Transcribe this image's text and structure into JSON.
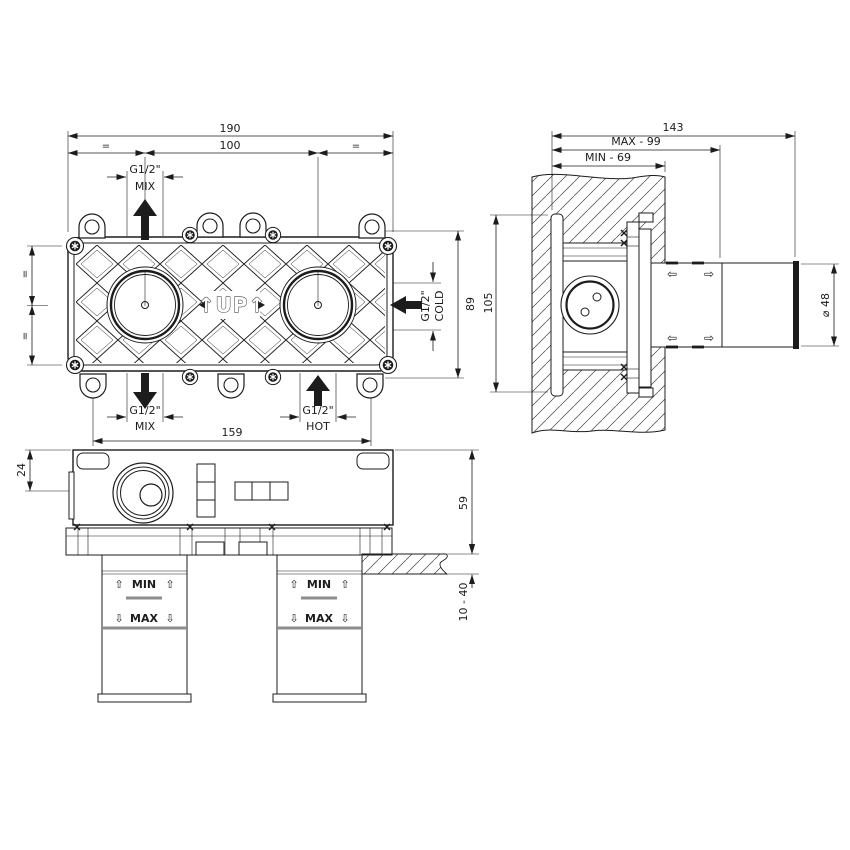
{
  "page": {
    "background": "#ffffff",
    "line_color": "#1c1c1c"
  },
  "front_view": {
    "dim_overall_width": "190",
    "dim_port_centers": "100",
    "equal_mark": "=",
    "dim_body_height": "89",
    "dim_lug_span": "159",
    "up_marking": "↑UP↑",
    "ports": {
      "top_mix": {
        "thread": "G1/2\"",
        "label": "MIX"
      },
      "bottom_mix": {
        "thread": "G1/2\"",
        "label": "MIX"
      },
      "bottom_hot": {
        "thread": "G1/2\"",
        "label": "HOT"
      },
      "right_cold": {
        "thread": "G1/2\"",
        "label": "COLD"
      }
    }
  },
  "side_view": {
    "dim_total_depth": "143",
    "dim_max_depth": "MAX - 99",
    "dim_min_depth": "MIN - 69",
    "dim_flange_height": "105",
    "dim_sleeve_diameter": "⌀ 48",
    "adjust_arrow_left": "⇦",
    "adjust_arrow_right": "⇨"
  },
  "bottom_view": {
    "dim_top_offset": "24",
    "dim_protrusion": "59",
    "dim_wall_thickness_range": "10 - 40",
    "caps": {
      "min_label": "MIN",
      "max_label": "MAX",
      "arrow_up": "⇧",
      "arrow_down": "⇩"
    }
  }
}
